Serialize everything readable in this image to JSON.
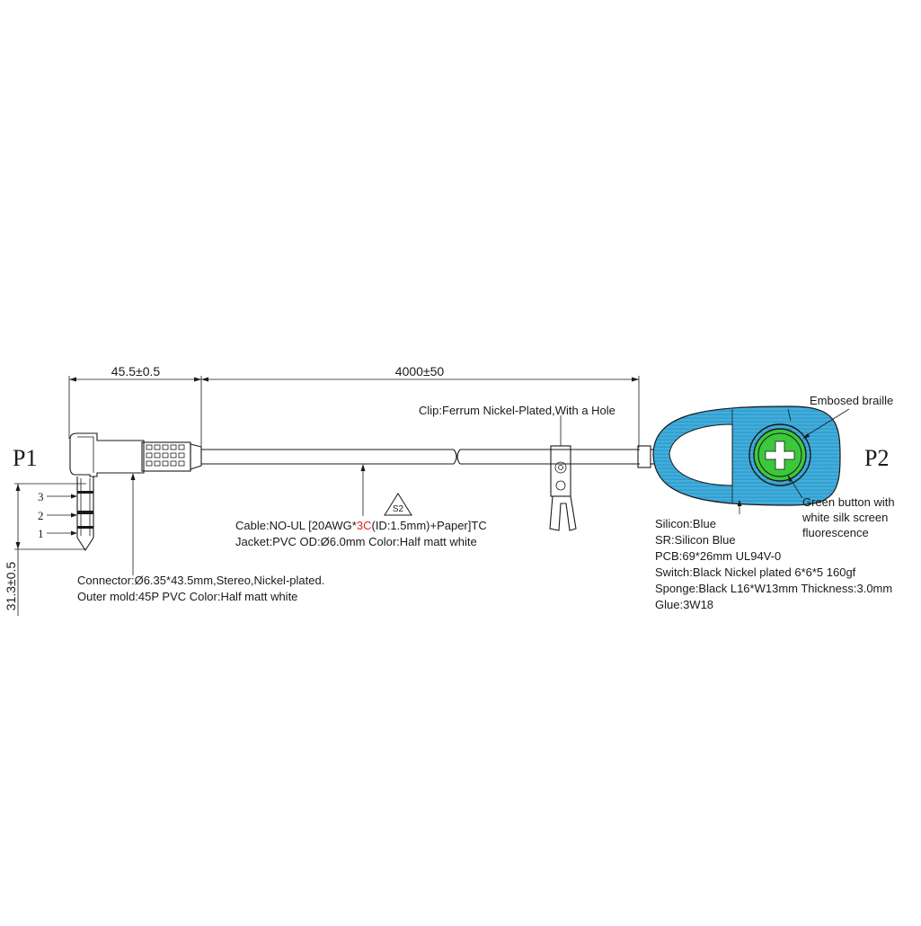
{
  "labels": {
    "p1": "P1",
    "p2": "P2",
    "dim_connector_length": "45.5±0.5",
    "dim_cable_length": "4000±50",
    "dim_plug_height": "31.3±0.5",
    "pin_1": "1",
    "pin_2": "2",
    "pin_3": "3",
    "clip": "Clip:Ferrum Nickel-Plated,With a Hole",
    "embossed_braille": "Embosed braille",
    "green_button_line1": "Green button with",
    "green_button_line2": "white silk screen",
    "green_button_line3": "fluorescence",
    "s2_mark": "S2",
    "cable_line1_pre": "Cable:NO-UL [20AWG*",
    "cable_line1_highlight": "3C",
    "cable_line1_post": "(ID:1.5mm)+Paper]TC",
    "cable_line2": "Jacket:PVC OD:Ø6.0mm Color:Half matt white",
    "connector_line1": "Connector:Ø6.35*43.5mm,Stereo,Nickel-plated.",
    "connector_line2": "Outer mold:45P PVC Color:Half matt white",
    "spec_silicon": "Silicon:Blue",
    "spec_sr": "SR:Silicon Blue",
    "spec_pcb": "PCB:69*26mm UL94V-0",
    "spec_switch": "Switch:Black Nickel plated 6*6*5 160gf",
    "spec_sponge": "Sponge:Black L16*W13mm Thickness:3.0mm",
    "spec_glue": "Glue:3W18"
  },
  "colors": {
    "switch_body": "#3aa8d8",
    "switch_body_dark": "#1e8fc4",
    "button_green": "#3cc83c",
    "highlight_red": "#e02020",
    "line": "#1a1a1a"
  },
  "icons": {
    "cross": "plus-icon",
    "triangle": "triangle-mark-icon"
  }
}
